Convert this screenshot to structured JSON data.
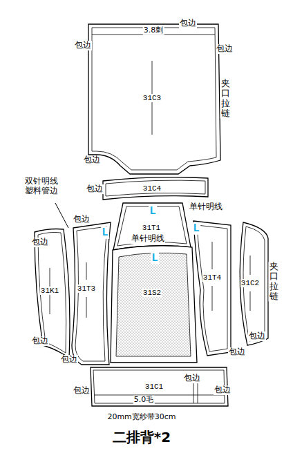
{
  "diagram": {
    "title": "二排背*2",
    "nodes": [
      {
        "text": [
          "31C3"
        ]
      },
      {
        "text": [
          "31C4"
        ]
      },
      {
        "text": [
          "31T1"
        ]
      },
      {
        "text": [
          "31K1"
        ]
      },
      {
        "text": [
          "31T3"
        ]
      },
      {
        "text": [
          "31S2"
        ]
      },
      {
        "text": [
          "31T4"
        ]
      },
      {
        "text": [
          "31C2"
        ]
      },
      {
        "text": [
          "31C1"
        ]
      }
    ],
    "labels": [
      "3.8刺",
      "包边",
      "包边",
      "包边",
      "夹口拉链",
      "包边",
      "双针明线 塑料管边",
      "包边",
      "单针明线",
      "包边",
      "L",
      "L",
      "L",
      "单针明线",
      "L",
      "包边",
      "夹口拉链",
      "包边",
      "包边",
      "包边",
      "包边",
      "包边",
      "包边",
      "包边",
      "5.0毛",
      "20mm宽纱带30cm"
    ]
  }
}
